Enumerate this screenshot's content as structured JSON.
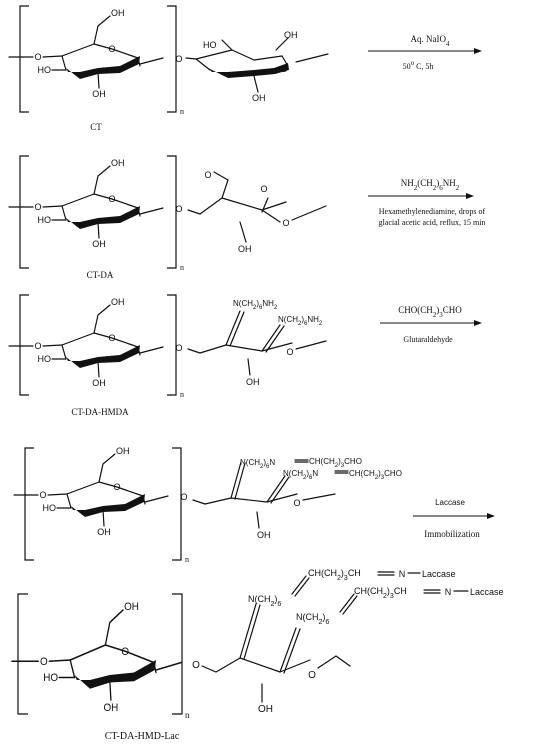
{
  "steps": [
    {
      "compound": "CT",
      "reagent_top_html": "Aq. NaIO<tspan baseline-shift=\"sub\" font-size=\"7\">4</tspan>",
      "reagent_bottom_html": "50<tspan baseline-shift=\"super\" font-size=\"7\">o</tspan> C, 5h"
    },
    {
      "compound": "CT-DA",
      "reagent_top_html": "NH<tspan baseline-shift=\"sub\" font-size=\"7\">2</tspan>(CH<tspan baseline-shift=\"sub\" font-size=\"7\">2</tspan>)<tspan baseline-shift=\"sub\" font-size=\"7\">6</tspan>NH<tspan baseline-shift=\"sub\" font-size=\"7\">2</tspan>",
      "reagent_bottom_lines": [
        "Hexamethylenediamine, drops of",
        "glacial acetic acid, reflux, 15 min"
      ]
    },
    {
      "compound": "CT-DA-HMDA",
      "reagent_top_html": "CHO(CH<tspan baseline-shift=\"sub\" font-size=\"7\">2</tspan>)<tspan baseline-shift=\"sub\" font-size=\"7\">3</tspan>CHO",
      "reagent_bottom": "Glutaraldehyde"
    },
    {
      "compound": "",
      "reagent_top": "Laccase",
      "reagent_bottom": "Immobilization"
    },
    {
      "compound": "CT-DA-HMD-Lac"
    }
  ],
  "atoms": {
    "oh": "OH",
    "ho": "HO",
    "o": "O",
    "repeat": "n"
  },
  "substituents": {
    "amine": "N(CH<tspan baseline-shift=\"sub\" font-size=\"6\">2</tspan>)<tspan baseline-shift=\"sub\" font-size=\"6\">6</tspan>NH<tspan baseline-shift=\"sub\" font-size=\"6\">2</tspan>",
    "imine_top": "N(CH<tspan baseline-shift=\"sub\" font-size=\"6\">2</tspan>)<tspan baseline-shift=\"sub\" font-size=\"6\">6</tspan>N",
    "ald_chain": "CH(CH<tspan baseline-shift=\"sub\" font-size=\"6\">2</tspan>)<tspan baseline-shift=\"sub\" font-size=\"6\">3</tspan>CHO",
    "n_chain": "N(CH<tspan baseline-shift=\"sub\" font-size=\"7\">2</tspan>)<tspan baseline-shift=\"sub\" font-size=\"7\">6</tspan>",
    "lac_chain": "CH(CH<tspan baseline-shift=\"sub\" font-size=\"7\">2</tspan>)<tspan baseline-shift=\"sub\" font-size=\"7\">3</tspan>CH",
    "n_atom": "N",
    "laccase": "Laccase"
  }
}
